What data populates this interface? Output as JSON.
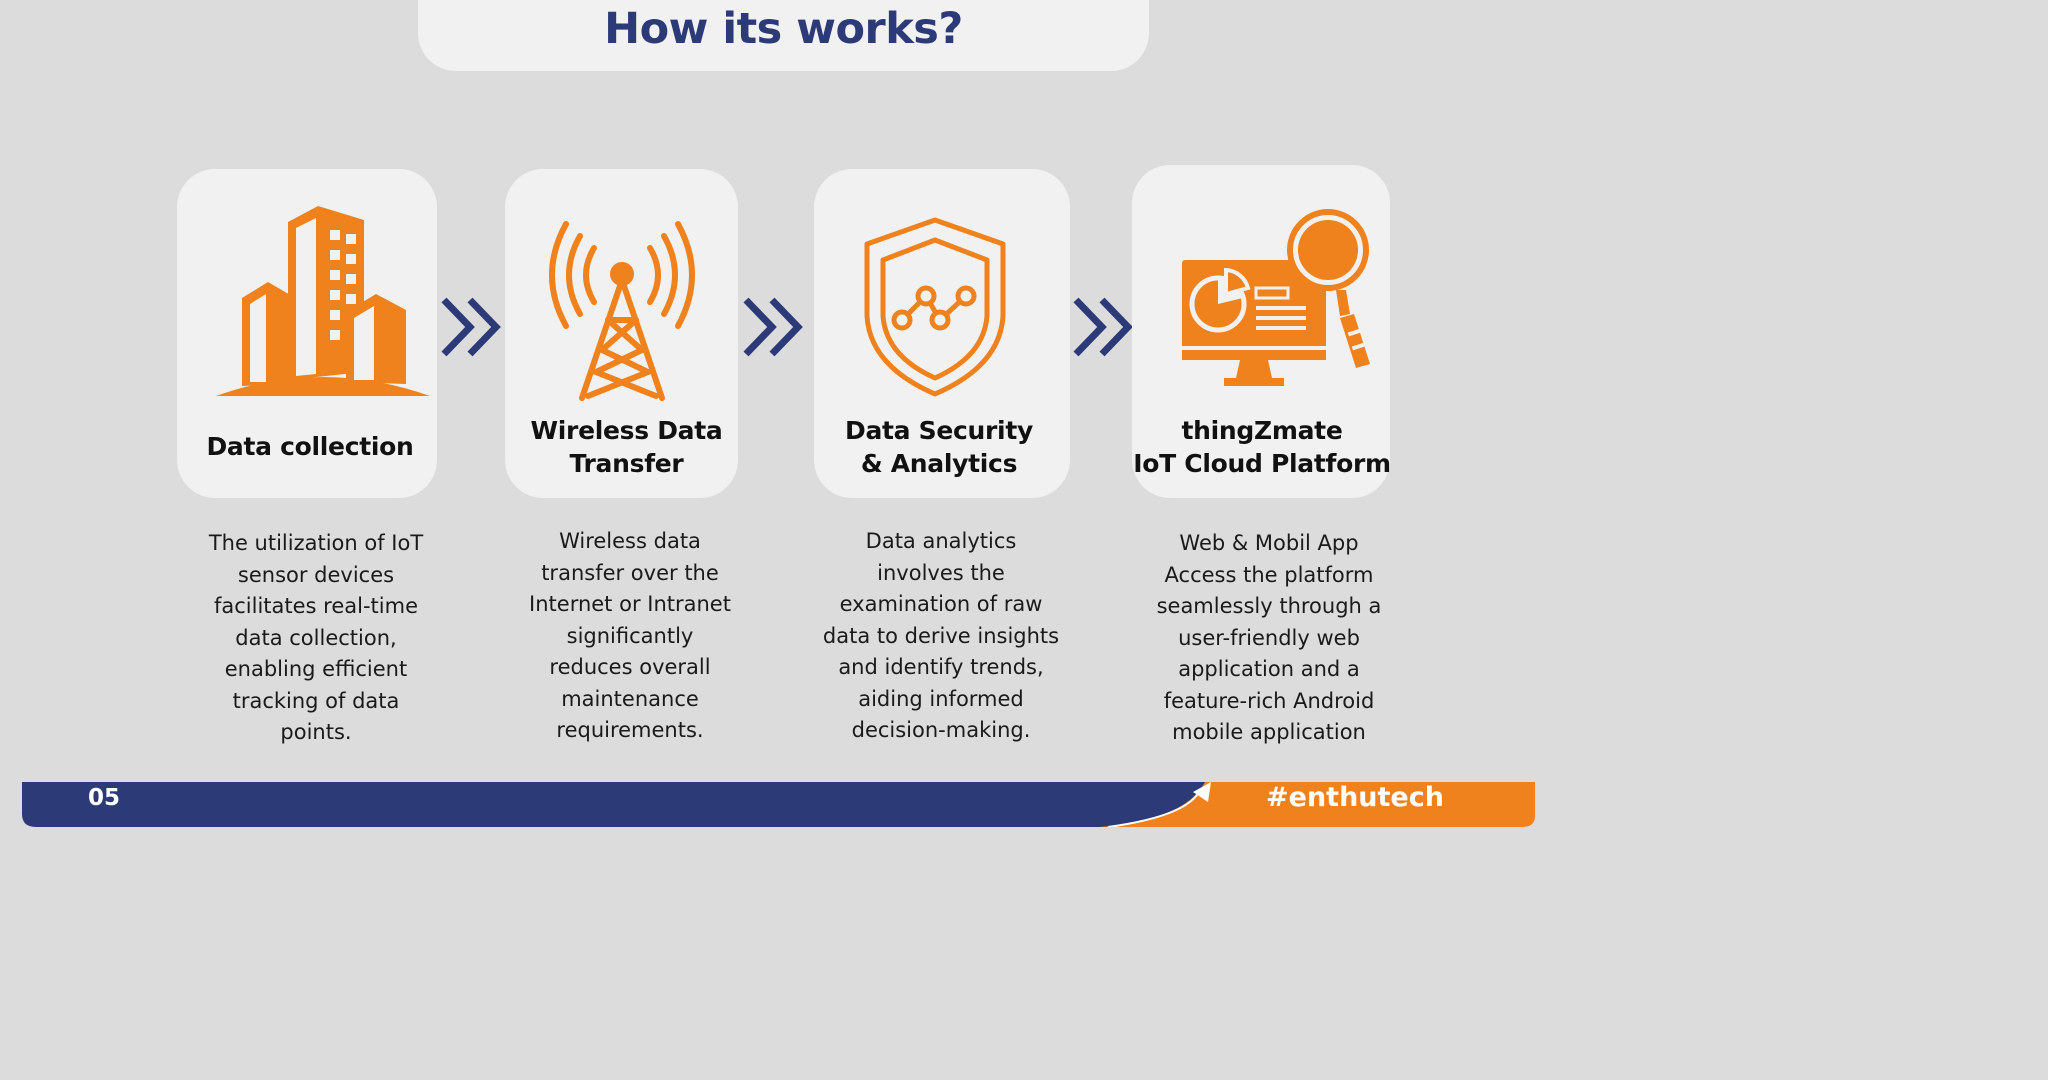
{
  "title": "How its works?",
  "steps": [
    {
      "icon": "buildings-icon",
      "title_lines": [
        "Data collection"
      ],
      "description": [
        "The utilization of IoT",
        "sensor devices",
        "facilitates real-time",
        "data collection,",
        "enabling efficient",
        "tracking of data",
        "points."
      ]
    },
    {
      "icon": "antenna-tower-icon",
      "title_lines": [
        "Wireless Data",
        "Transfer"
      ],
      "description": [
        "Wireless data",
        "transfer over the",
        "Internet or Intranet",
        "significantly",
        "reduces overall",
        "maintenance",
        "requirements."
      ]
    },
    {
      "icon": "shield-analytics-icon",
      "title_lines": [
        "Data Security",
        "& Analytics"
      ],
      "description": [
        "Data analytics",
        "involves the",
        "examination of raw",
        "data to derive insights",
        "and identify trends,",
        "aiding informed",
        "decision-making."
      ]
    },
    {
      "icon": "monitor-magnifier-icon",
      "title_lines": [
        "thingZmate",
        "IoT Cloud Platform"
      ],
      "description": [
        "Web & Mobil App",
        "Access the platform",
        "seamlessly through a",
        "user-friendly web",
        "application and a",
        "feature-rich Android",
        "mobile application"
      ]
    }
  ],
  "footer": {
    "page_number": "05",
    "hashtag": "#enthutech"
  },
  "colors": {
    "background": "#dcdcdc",
    "card": "#f1f1f1",
    "accent_orange": "#f0821e",
    "navy": "#2d3a78"
  }
}
